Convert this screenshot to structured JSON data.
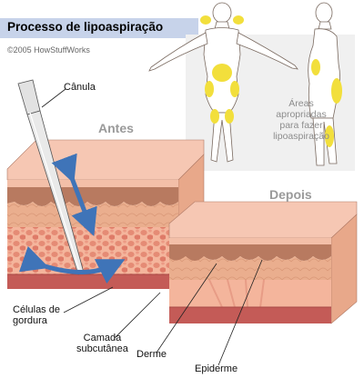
{
  "header": {
    "title": "Processo de lipoaspiração",
    "copyright": "©2005 HowStuffWorks"
  },
  "figure": {
    "before_label": "Antes",
    "after_label": "Depois"
  },
  "callouts": {
    "cannula": "Cânula",
    "fat_cells": [
      "Células de",
      "gordura"
    ],
    "subcutaneous": [
      "Camada",
      "subcutânea"
    ],
    "dermis": "Derme",
    "epidermis": "Epiderme"
  },
  "body_panel": {
    "note": [
      "Áreas",
      "apropriadas",
      "para fazer",
      "lipoaspiração"
    ]
  },
  "colors": {
    "title_bar": "#c7d3ea",
    "skin_top": "#f6c7b3",
    "epidermis_band": "#b87a60",
    "dermis": "#e7a887",
    "fat_layer": "#f4b59c",
    "fat_cells": "#e07a66",
    "muscle": "#c45b57",
    "highlight_yellow": "#f2df3c",
    "arrow_blue": "#3f74b8",
    "before_after_label": "#9a9a9a"
  }
}
